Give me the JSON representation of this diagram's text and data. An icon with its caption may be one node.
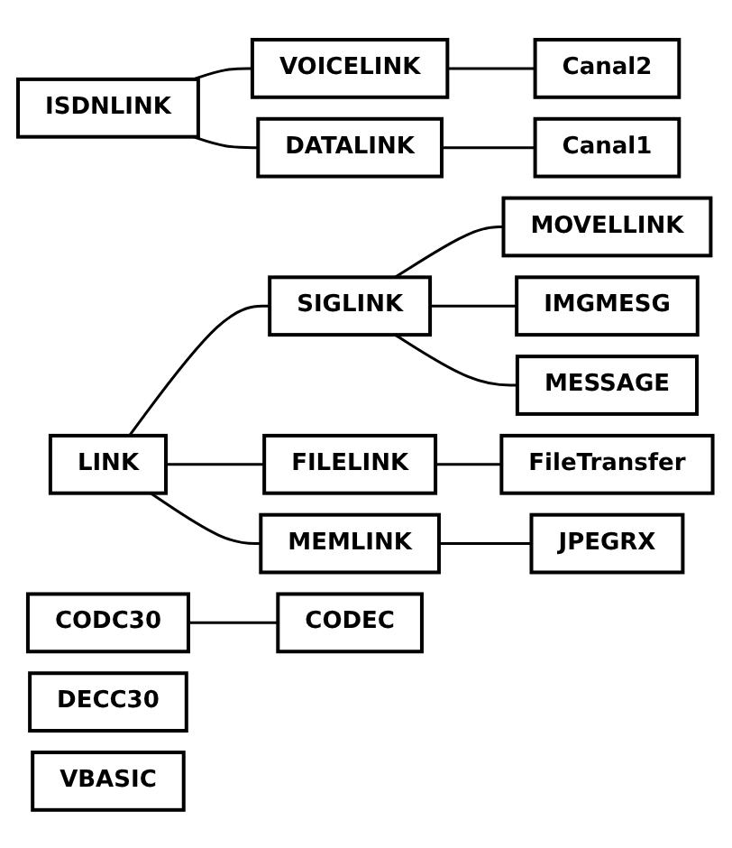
{
  "diagram": {
    "nodes": [
      {
        "text": [
          "ISDNLINK"
        ]
      },
      {
        "text": [
          "VOICELINK"
        ]
      },
      {
        "text": [
          "Canal2"
        ]
      },
      {
        "text": [
          "DATALINK"
        ]
      },
      {
        "text": [
          "Canal1"
        ]
      },
      {
        "text": [
          "LINK"
        ]
      },
      {
        "text": [
          "SIGLINK"
        ]
      },
      {
        "text": [
          "MOVELLINK"
        ]
      },
      {
        "text": [
          "IMGMESG"
        ]
      },
      {
        "text": [
          "MESSAGE"
        ]
      },
      {
        "text": [
          "FILELINK"
        ]
      },
      {
        "text": [
          "FileTransfer"
        ]
      },
      {
        "text": [
          "MEMLINK"
        ]
      },
      {
        "text": [
          "JPEGRX"
        ]
      },
      {
        "text": [
          "CODC30"
        ]
      },
      {
        "text": [
          "CODEC"
        ]
      },
      {
        "text": [
          "DECC30"
        ]
      },
      {
        "text": [
          "VBASIC"
        ]
      }
    ],
    "edges": [
      {
        "from": 0,
        "to": 1,
        "arrow": "none"
      },
      {
        "from": 1,
        "to": 2,
        "arrow": "none"
      },
      {
        "from": 0,
        "to": 3,
        "arrow": "none"
      },
      {
        "from": 3,
        "to": 4,
        "arrow": "none"
      },
      {
        "from": 5,
        "to": 6,
        "arrow": "none"
      },
      {
        "from": 6,
        "to": 7,
        "arrow": "none"
      },
      {
        "from": 6,
        "to": 8,
        "arrow": "none"
      },
      {
        "from": 6,
        "to": 9,
        "arrow": "none"
      },
      {
        "from": 5,
        "to": 10,
        "arrow": "none"
      },
      {
        "from": 10,
        "to": 11,
        "arrow": "none"
      },
      {
        "from": 5,
        "to": 12,
        "arrow": "none"
      },
      {
        "from": 12,
        "to": 13,
        "arrow": "none"
      },
      {
        "from": 14,
        "to": 15,
        "arrow": "none"
      }
    ]
  }
}
